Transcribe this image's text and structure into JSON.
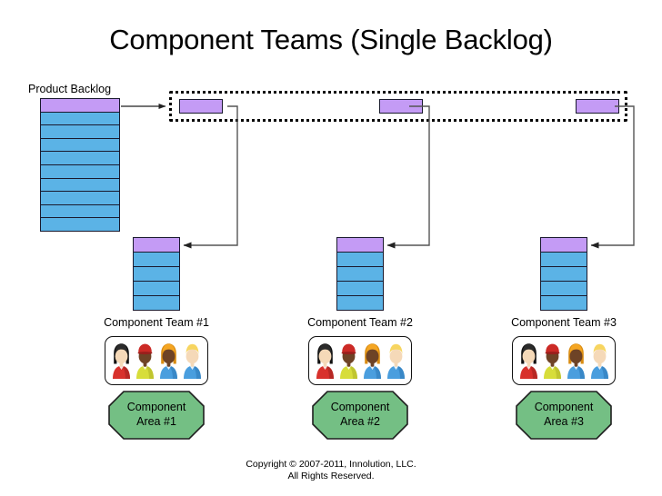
{
  "slide": {
    "title": "Component Teams (Single Backlog)",
    "copyright_line1": "Copyright © 2007-2011,  Innolution, LLC.",
    "copyright_line2": "All Rights Reserved."
  },
  "colors": {
    "item_blue": "#5bb3e6",
    "item_purple": "#c49bf5",
    "area_green": "#74bf84",
    "outline": "#1a1a2e",
    "connector": "#404040"
  },
  "product_backlog": {
    "label": "Product Backlog",
    "row_count": 10,
    "selected_row_index": 0
  },
  "sprint_backlog": {
    "item_count": 3,
    "items": [
      {
        "name": "sprint-item-1"
      },
      {
        "name": "sprint-item-2"
      },
      {
        "name": "sprint-item-3"
      }
    ]
  },
  "teams": [
    {
      "name": "Component Team #1",
      "backlog_row_count": 5,
      "selected_row_index": 0,
      "area_line1": "Component",
      "area_line2": "Area #1",
      "members": [
        {
          "hair": "black",
          "skin": "light",
          "body": "red",
          "name": "team-member-1"
        },
        {
          "hair": "redcap",
          "skin": "dark",
          "body": "yellow",
          "name": "team-member-2"
        },
        {
          "hair": "orange",
          "skin": "dark",
          "body": "blue",
          "name": "team-member-3"
        },
        {
          "hair": "blonde",
          "skin": "light",
          "body": "blue",
          "name": "team-member-4"
        }
      ]
    },
    {
      "name": "Component Team #2",
      "backlog_row_count": 5,
      "selected_row_index": 0,
      "area_line1": "Component",
      "area_line2": "Area #2",
      "members": [
        {
          "hair": "black",
          "skin": "light",
          "body": "red",
          "name": "team-member-1"
        },
        {
          "hair": "redcap",
          "skin": "dark",
          "body": "yellow",
          "name": "team-member-2"
        },
        {
          "hair": "orange",
          "skin": "dark",
          "body": "blue",
          "name": "team-member-3"
        },
        {
          "hair": "blonde",
          "skin": "light",
          "body": "blue",
          "name": "team-member-4"
        }
      ]
    },
    {
      "name": "Component Team #3",
      "backlog_row_count": 5,
      "selected_row_index": 0,
      "area_line1": "Component",
      "area_line2": "Area #3",
      "members": [
        {
          "hair": "black",
          "skin": "light",
          "body": "red",
          "name": "team-member-1"
        },
        {
          "hair": "redcap",
          "skin": "dark",
          "body": "yellow",
          "name": "team-member-2"
        },
        {
          "hair": "orange",
          "skin": "dark",
          "body": "blue",
          "name": "team-member-3"
        },
        {
          "hair": "blonde",
          "skin": "light",
          "body": "blue",
          "name": "team-member-4"
        }
      ]
    }
  ]
}
